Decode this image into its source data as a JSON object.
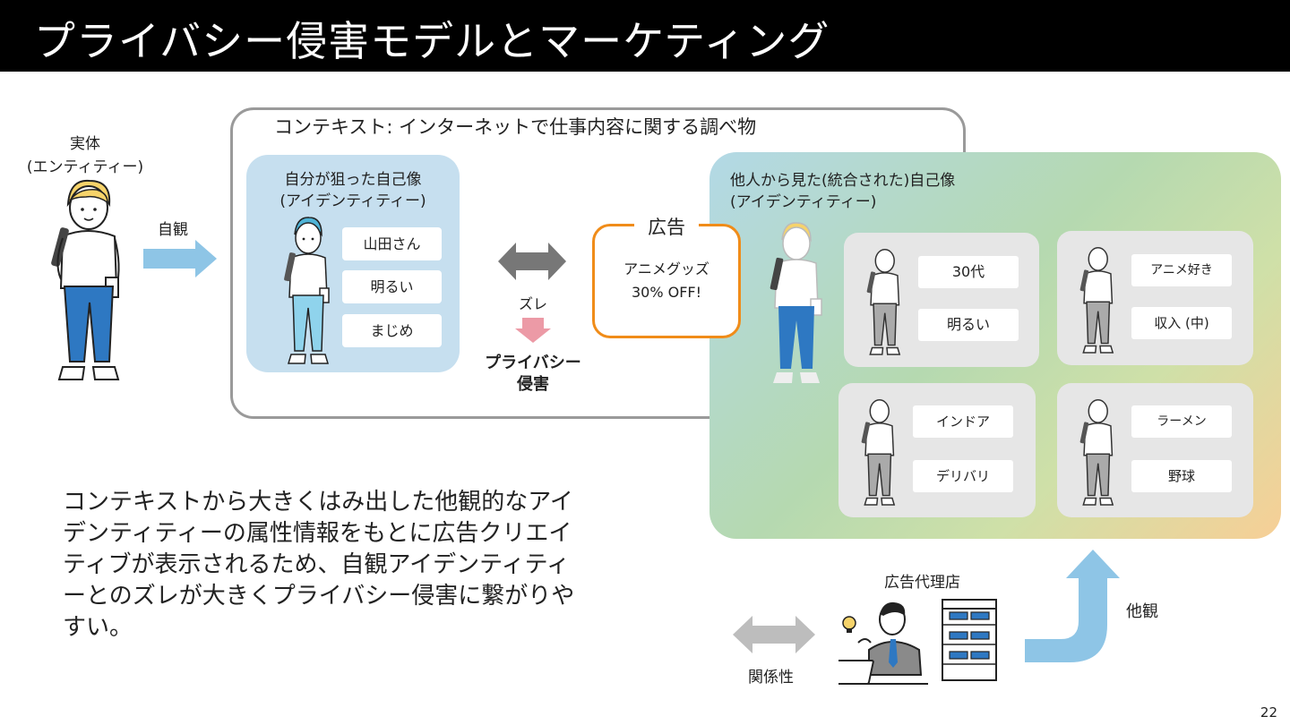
{
  "title": "プライバシー侵害モデルとマーケティング",
  "entity": {
    "line1": "実体",
    "line2": "(エンティティー)"
  },
  "self_view_label": "自観",
  "context_label": "コンテキスト: インターネットで仕事内容に関する調べ物",
  "self_image": {
    "line1": "自分が狙った自己像",
    "line2": "(アイデンティティー)",
    "attributes": [
      "山田さん",
      "明るい",
      "まじめ"
    ]
  },
  "gap_label": "ズレ",
  "privacy": {
    "line1": "プライバシー",
    "line2": "侵害"
  },
  "ad": {
    "title": "広告",
    "line1": "アニメグッズ",
    "line2": "30% OFF!"
  },
  "others_image": {
    "line1": "他人から見た(統合された)自己像",
    "line2": "(アイデンティティー)",
    "cards": [
      {
        "items": [
          "30代",
          "明るい"
        ]
      },
      {
        "items": [
          "アニメ好き",
          "収入 (中)"
        ]
      },
      {
        "items": [
          "インドア",
          "デリバリ"
        ]
      },
      {
        "items": [
          "ラーメン",
          "野球"
        ]
      }
    ]
  },
  "agency_label": "広告代理店",
  "relation_label": "関係性",
  "others_view_label": "他観",
  "body_text": "コンテキストから大きくはみ出した他観的なアイデンティティーの属性情報をもとに広告クリエイティブが表示されるため、自観アイデンティティーとのズレが大きくプライバシー侵害に繋がりやすい。",
  "page_number": "22",
  "colors": {
    "accent_blue": "#8ec5e6",
    "ad_orange": "#f08c19",
    "privacy_pink": "#ec9aa6",
    "gray_arrow": "#777777"
  }
}
